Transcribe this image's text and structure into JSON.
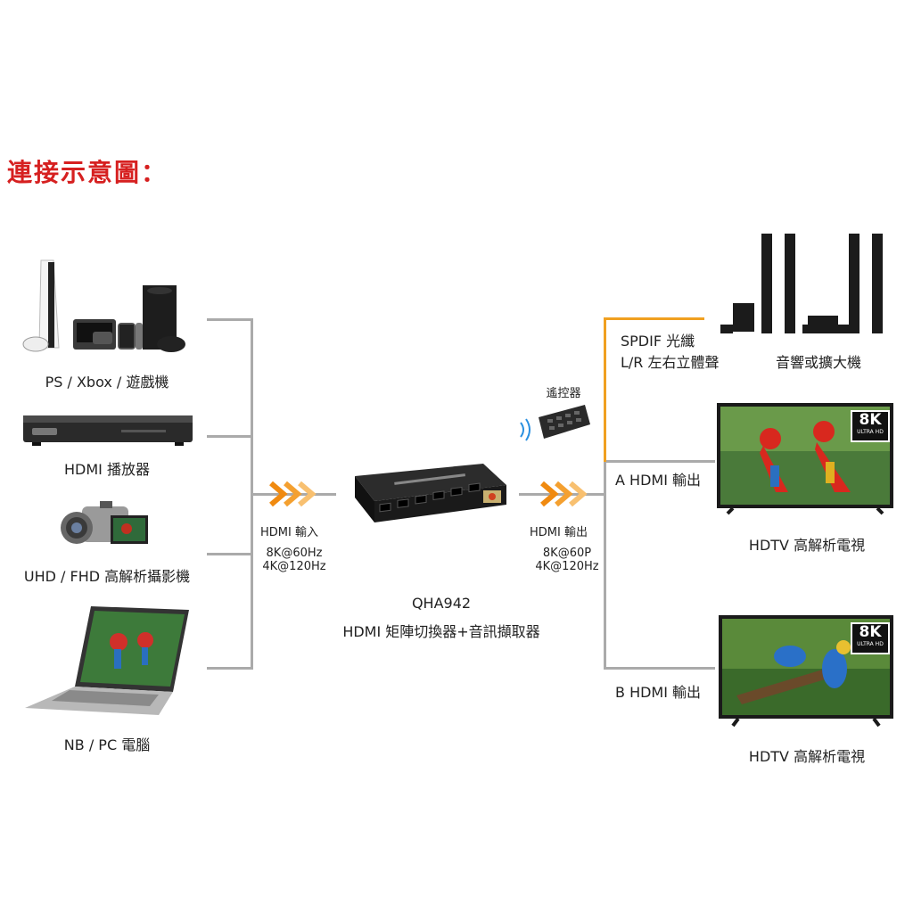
{
  "title": "連接示意圖：",
  "sources": [
    {
      "label": "PS / Xbox / 遊戲機",
      "icon": "game-console-icon"
    },
    {
      "label": "HDMI 播放器",
      "icon": "media-player-icon"
    },
    {
      "label": "UHD / FHD 高解析攝影機",
      "icon": "camcorder-icon"
    },
    {
      "label": "NB / PC 電腦",
      "icon": "laptop-icon"
    }
  ],
  "input": {
    "label": "HDMI 輸入",
    "spec1": "8K@60Hz",
    "spec2": "4K@120Hz"
  },
  "device": {
    "model": "QHA942",
    "name": "HDMI 矩陣切換器+音訊擷取器"
  },
  "remote": {
    "label": "遙控器"
  },
  "output": {
    "label": "HDMI 輸出",
    "spec1": "8K@60P",
    "spec2": "4K@120Hz"
  },
  "audio": {
    "line1": "SPDIF 光纖",
    "line2": "L/R 左右立體聲",
    "target": "音響或擴大機"
  },
  "tv_a": {
    "port": "A HDMI 輸出",
    "label": "HDTV 高解析電視",
    "badge_big": "8K",
    "badge_small": "ULTRA HD"
  },
  "tv_b": {
    "port": "B HDMI 輸出",
    "label": "HDTV 高解析電視",
    "badge_big": "8K",
    "badge_small": "ULTRA HD"
  },
  "colors": {
    "title": "#d62020",
    "accent": "#f0a020",
    "line": "#aaaaaa"
  }
}
